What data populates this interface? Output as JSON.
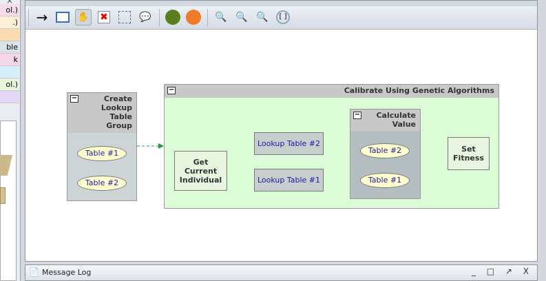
{
  "palette": {
    "items": [
      {
        "label": "ol.)",
        "color": "#f6dce8"
      },
      {
        "label": ".)",
        "color": "#fbf0d6"
      },
      {
        "label": "",
        "color": "#f8dcb0"
      },
      {
        "label": "ble",
        "color": "#dbe2ea"
      },
      {
        "label": "k",
        "color": "#f6d6ea"
      },
      {
        "label": "",
        "color": "#d6eefa"
      },
      {
        "label": "ol.)",
        "color": "#eaf6dc"
      },
      {
        "label": "",
        "color": "#e4d6f6"
      }
    ]
  },
  "toolbar": {
    "buttons": [
      "arrow-tool",
      "properties",
      "pan-hand",
      "delete",
      "fit-selection",
      "comment",
      "layout-green",
      "layout-orange",
      "zoom-fit",
      "zoom-in",
      "zoom-out",
      "zoom-reset"
    ]
  },
  "diagram": {
    "group1": {
      "title": "Create Lookup Table Group",
      "title_lines": [
        "Create",
        "Lookup",
        "Table",
        "Group"
      ],
      "items": [
        "Table #1",
        "Table #2"
      ]
    },
    "group2": {
      "title": "Calibrate Using Genetic Algorithms",
      "get_current": "Get Current Individual",
      "lookup2": "Lookup Table #2",
      "lookup1": "Lookup Table #1",
      "calc": {
        "title_lines": [
          "Calculate",
          "Value"
        ],
        "items": [
          "Table #2",
          "Table #1"
        ]
      },
      "set_fitness": "Set Fitness"
    }
  },
  "log": {
    "title": "Message Log",
    "controls": "_ □ ↗ X"
  }
}
